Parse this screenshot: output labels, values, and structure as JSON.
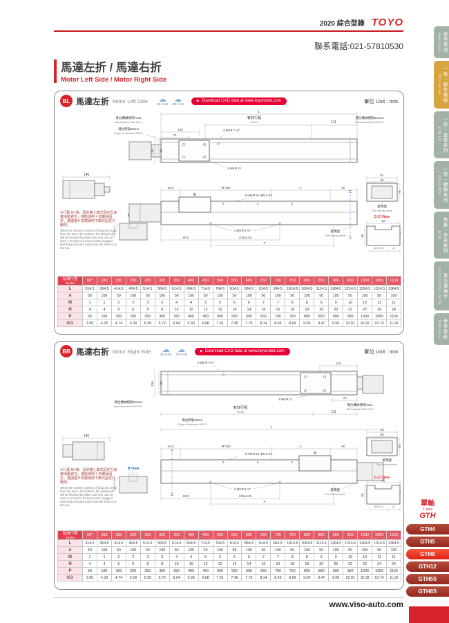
{
  "header": {
    "catalog": "2020 綜合型錄",
    "brand": "TOYO",
    "phone": "聯系電話:021-57810530",
    "title_cn": "馬達左折 / 馬達右折",
    "title_en": "Motor Left Side / Motor Right Side"
  },
  "footer": {
    "url": "www.viso-auto.com"
  },
  "sidebar": {
    "tabs": [
      {
        "cn": "應用案例",
        "en": "Application",
        "active": false
      },
      {
        "cn": "一般｜線性模組",
        "en": "GTH Series",
        "active": true
      },
      {
        "cn": "一般｜皮帶系列",
        "en": "ETB | M",
        "active": false
      },
      {
        "cn": "一般｜螺桿系列",
        "en": "GCH | ECH",
        "active": false
      },
      {
        "cn": "無塵｜皮帶系列",
        "en": "ECB",
        "active": false
      },
      {
        "cn": "直交機械手",
        "en": "XYGT | XYTH | XYTB",
        "active": false
      },
      {
        "cn": "參考資料",
        "en": "Reference",
        "active": false
      }
    ],
    "model_nav": {
      "axis_cn": "單軸",
      "axis_en": "T axis",
      "series": "GTH",
      "models": [
        "GTH4",
        "GTH5",
        "GTH8",
        "GTH12",
        "GTH5S",
        "GTH8S"
      ],
      "active": "GTH8"
    }
  },
  "panel_common": {
    "cad_2d": "2D CAD",
    "cad_3d": "3D CAD",
    "download": "Download CAD data at www.toyorobot.com",
    "unit": "單位 Unit : mm",
    "note_cn": "※行程 50 時，因本體上鎖式固定孔會被滑座遮住，僅能使用 4 支螺絲固定，建議客戶本體使用下鎖式固定孔鎖附。",
    "note_en": "When the stroke is 50mm, if fixing the body from the top to the bottom, the fixing hole will be blocked by slider and only can be uses 4 screws to fix.as a result, suggest that fixing actuator body from the bottom to the top."
  },
  "panels": [
    {
      "badge": "BL",
      "title_cn": "馬達左折",
      "title_en": "Motor Left Side"
    },
    {
      "badge": "BR",
      "title_cn": "馬達右折",
      "title_en": "Motor Right Side"
    }
  ],
  "cad": {
    "dim_L": "L",
    "stroke_cn": "有效行程",
    "stroke_en": "Stroke",
    "dim_111": "111",
    "mech76_cn": "滑台機械極限76±1",
    "mech76_en": "Mechanical limit:76±1",
    "mech335_cn": "滑台機械極限33.5±1",
    "mech335_en": "Mechanical limit:33.5±1",
    "origin_cn": "滑台原點153.5",
    "origin_en": "Origin of actuator:153.5",
    "dim_135": "135",
    "dim_75": "75",
    "hole_top": "2-Ø5▼7 H7",
    "hole_side": "4-M6▼13",
    "dim_156": "156",
    "dim_82": "82",
    "dim_146": "146",
    "dim_845": "84.5",
    "pitch": "M*100",
    "dim_A": "A",
    "dim_80": "80",
    "hole_front": "N-M6▼15+Ø5.4-thr.",
    "datum_cn": "基準面",
    "datum_en": "The datum plane",
    "hole_bottom": "2-Ø5▼9 H7",
    "dim_100": "100±0.02",
    "dim_P": "P",
    "dim_81": "81",
    "dim_65": "65",
    "dim_78": "78",
    "cc_view": "C-C View",
    "dim_68": "68",
    "dim_9": "9",
    "dim_40": "40±0.03",
    "dim_41": "41",
    "b_view": "B View",
    "dim_7": "7",
    "dim_5tol": "5 0/-0.012",
    "marker_B": "B",
    "marker_C": "C"
  },
  "table": {
    "stroke_header_cn": "有效行程",
    "stroke_header_en": "Stroke",
    "strokes": [
      "50*",
      "100",
      "150",
      "200",
      "250",
      "300",
      "350",
      "400",
      "450",
      "500",
      "550",
      "600",
      "650",
      "700",
      "750",
      "800",
      "850",
      "900",
      "950",
      "1000",
      "1050",
      "1100"
    ],
    "rows": [
      {
        "label": "L",
        "values": [
          "314.5",
          "364.5",
          "414.5",
          "464.5",
          "514.5",
          "564.5",
          "614.5",
          "664.5",
          "714.5",
          "764.5",
          "814.5",
          "864.5",
          "914.5",
          "964.5",
          "1014.5",
          "1064.5",
          "1114.5",
          "1164.5",
          "1214.5",
          "1264.5",
          "1314.5",
          "1364.5"
        ]
      },
      {
        "label": "A",
        "values": [
          "50",
          "100",
          "50",
          "100",
          "50",
          "100",
          "50",
          "100",
          "50",
          "100",
          "50",
          "100",
          "50",
          "100",
          "50",
          "100",
          "50",
          "100",
          "50",
          "100",
          "50",
          "100"
        ]
      },
      {
        "label": "M",
        "values": [
          "1",
          "1",
          "2",
          "2",
          "3",
          "3",
          "4",
          "4",
          "5",
          "5",
          "6",
          "6",
          "7",
          "7",
          "8",
          "8",
          "9",
          "9",
          "10",
          "10",
          "11",
          "11"
        ]
      },
      {
        "label": "N",
        "values": [
          "4",
          "4",
          "6",
          "6",
          "8",
          "8",
          "10",
          "10",
          "12",
          "12",
          "14",
          "14",
          "16",
          "16",
          "18",
          "18",
          "20",
          "20",
          "22",
          "22",
          "24",
          "24"
        ]
      },
      {
        "label": "P",
        "values": [
          "50",
          "100",
          "150",
          "200",
          "250",
          "300",
          "350",
          "400",
          "450",
          "500",
          "550",
          "600",
          "650",
          "700",
          "750",
          "800",
          "850",
          "900",
          "950",
          "1000",
          "1050",
          "1100"
        ]
      },
      {
        "label": "KG",
        "values": [
          "3.95",
          "4.33",
          "4.74",
          "5.09",
          "5.39",
          "5.72",
          "6.04",
          "6.39",
          "6.68",
          "7.01",
          "7.45",
          "7.75",
          "8.14",
          "8.45",
          "8.69",
          "9.00",
          "9.47",
          "9.68",
          "10.01",
          "10.32",
          "10.74",
          "11.16"
        ]
      }
    ]
  }
}
